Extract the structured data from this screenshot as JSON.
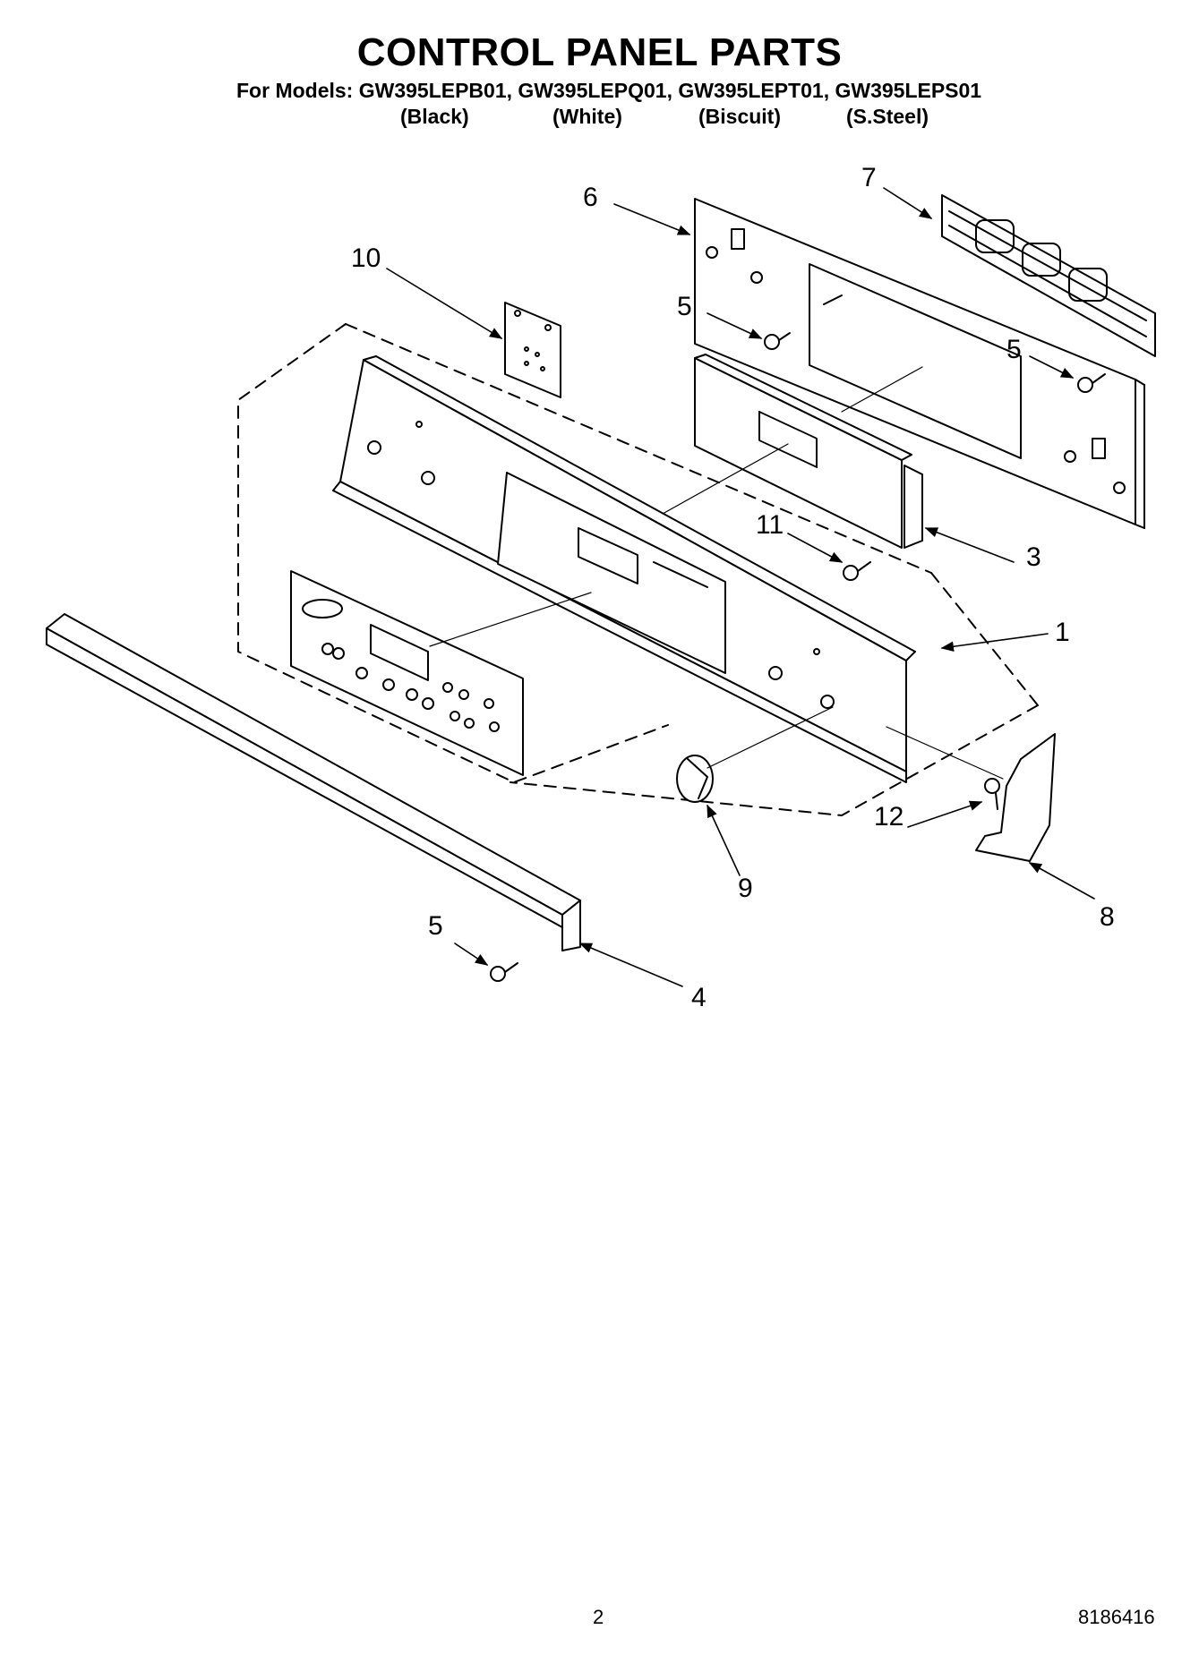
{
  "header": {
    "title": "CONTROL PANEL PARTS",
    "models_line": "For Models: GW395LEPB01, GW395LEPQ01, GW395LEPT01, GW395LEPS01",
    "variants": [
      "(Black)",
      "(White)",
      "(Biscuit)",
      "(S.Steel)"
    ]
  },
  "callouts": {
    "c1": "1",
    "c3": "3",
    "c4": "4",
    "c5a": "5",
    "c5b": "5",
    "c5c": "5",
    "c6": "6",
    "c7": "7",
    "c8": "8",
    "c9": "9",
    "c10": "10",
    "c11": "11",
    "c12": "12"
  },
  "footer": {
    "page_number": "2",
    "doc_number": "8186416"
  }
}
